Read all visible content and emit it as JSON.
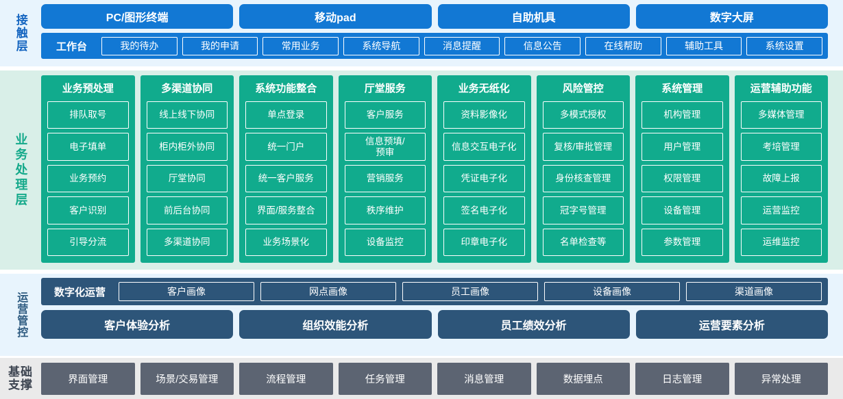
{
  "layers": {
    "contact": {
      "label": "接触层",
      "channels": [
        "PC/图形终端",
        "移动pad",
        "自助机具",
        "数字大屏"
      ],
      "workbench_label": "工作台",
      "workbench_items": [
        "我的待办",
        "我的申请",
        "常用业务",
        "系统导航",
        "消息提醒",
        "信息公告",
        "在线帮助",
        "辅助工具",
        "系统设置"
      ]
    },
    "business": {
      "label": "业务处理层",
      "columns": [
        {
          "title": "业务预处理",
          "items": [
            "排队取号",
            "电子填单",
            "业务预约",
            "客户识别",
            "引导分流"
          ]
        },
        {
          "title": "多渠道协同",
          "items": [
            "线上线下协同",
            "柜内柜外协同",
            "厅堂协同",
            "前后台协同",
            "多渠道协同"
          ]
        },
        {
          "title": "系统功能整合",
          "items": [
            "单点登录",
            "统一门户",
            "统一客户服务",
            "界面/服务整合",
            "业务场景化"
          ]
        },
        {
          "title": "厅堂服务",
          "items": [
            "客户服务",
            "信息预填/\n预审",
            "营销服务",
            "秩序维护",
            "设备监控"
          ]
        },
        {
          "title": "业务无纸化",
          "items": [
            "资料影像化",
            "信息交互电子化",
            "凭证电子化",
            "签名电子化",
            "印章电子化"
          ]
        },
        {
          "title": "风险管控",
          "items": [
            "多模式授权",
            "复核/审批管理",
            "身份核查管理",
            "冠字号管理",
            "名单检查等"
          ]
        },
        {
          "title": "系统管理",
          "items": [
            "机构管理",
            "用户管理",
            "权限管理",
            "设备管理",
            "参数管理"
          ]
        },
        {
          "title": "运营辅助功能",
          "items": [
            "多媒体管理",
            "考培管理",
            "故障上报",
            "运营监控",
            "运维监控"
          ]
        }
      ]
    },
    "operations": {
      "label": "运营管控",
      "digital_label": "数字化运营",
      "portraits": [
        "客户画像",
        "网点画像",
        "员工画像",
        "设备画像",
        "渠道画像"
      ],
      "analyses": [
        "客户体验分析",
        "组织效能分析",
        "员工绩效分析",
        "运营要素分析"
      ]
    },
    "foundation": {
      "label": "基础\n支撑",
      "items": [
        "界面管理",
        "场景/交易管理",
        "流程管理",
        "任务管理",
        "消息管理",
        "数据埋点",
        "日志管理",
        "异常处理"
      ]
    }
  },
  "colors": {
    "contact_bg": "#e8f4fd",
    "contact_accent": "#1278d4",
    "business_bg": "#d9efe8",
    "business_accent": "#11ab8d",
    "ops_bg": "#e8f4fd",
    "ops_accent": "#2d5579",
    "foundation_bg": "#eaeaea",
    "foundation_accent": "#5c6472"
  }
}
